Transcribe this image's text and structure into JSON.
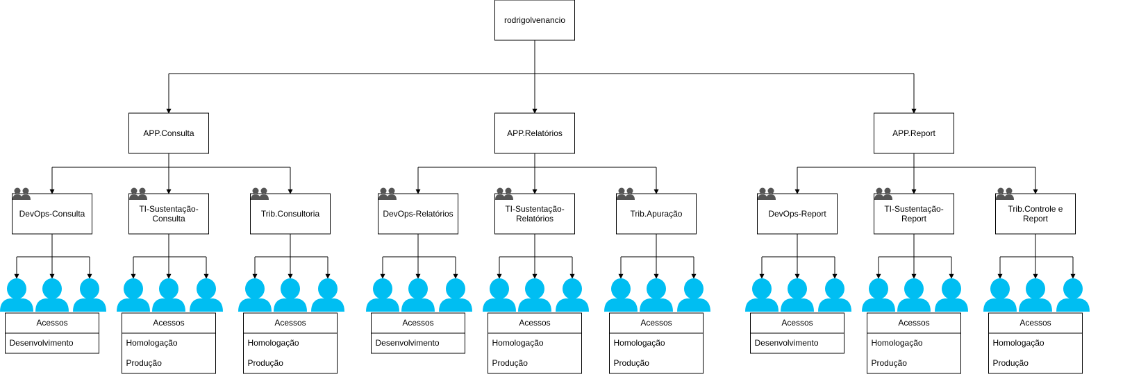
{
  "root": {
    "label": "rodrigolvenancio"
  },
  "colors": {
    "person": "#00BEF2",
    "group_icon": "#555555",
    "line": "#000000"
  },
  "icons": {
    "person": "user-icon",
    "group": "group-icon"
  },
  "apps": [
    {
      "label": "APP.Consulta",
      "groups": [
        {
          "label": [
            "DevOps-Consulta"
          ],
          "access_title": "Acessos",
          "access": [
            "Desenvolvimento"
          ]
        },
        {
          "label": [
            "TI-Sustentação-",
            "Consulta"
          ],
          "access_title": "Acessos",
          "access": [
            "Homologação",
            "Produção"
          ]
        },
        {
          "label": [
            "Trib.Consultoria"
          ],
          "access_title": "Acessos",
          "access": [
            "Homologação",
            "Produção"
          ]
        }
      ]
    },
    {
      "label": "APP.Relatórios",
      "groups": [
        {
          "label": [
            "DevOps-Relatórios"
          ],
          "access_title": "Acessos",
          "access": [
            "Desenvolvimento"
          ]
        },
        {
          "label": [
            "TI-Sustentação-",
            "Relatórios"
          ],
          "access_title": "Acessos",
          "access": [
            "Homologação",
            "Produção"
          ]
        },
        {
          "label": [
            "Trib.Apuração"
          ],
          "access_title": "Acessos",
          "access": [
            "Homologação",
            "Produção"
          ]
        }
      ]
    },
    {
      "label": "APP.Report",
      "groups": [
        {
          "label": [
            "DevOps-Report"
          ],
          "access_title": "Acessos",
          "access": [
            "Desenvolvimento"
          ]
        },
        {
          "label": [
            "TI-Sustentação-",
            "Report"
          ],
          "access_title": "Acessos",
          "access": [
            "Homologação",
            "Produção"
          ]
        },
        {
          "label": [
            "Trib.Controle e",
            "Report"
          ],
          "access_title": "Acessos",
          "access": [
            "Homologação",
            "Produção"
          ]
        }
      ]
    }
  ]
}
